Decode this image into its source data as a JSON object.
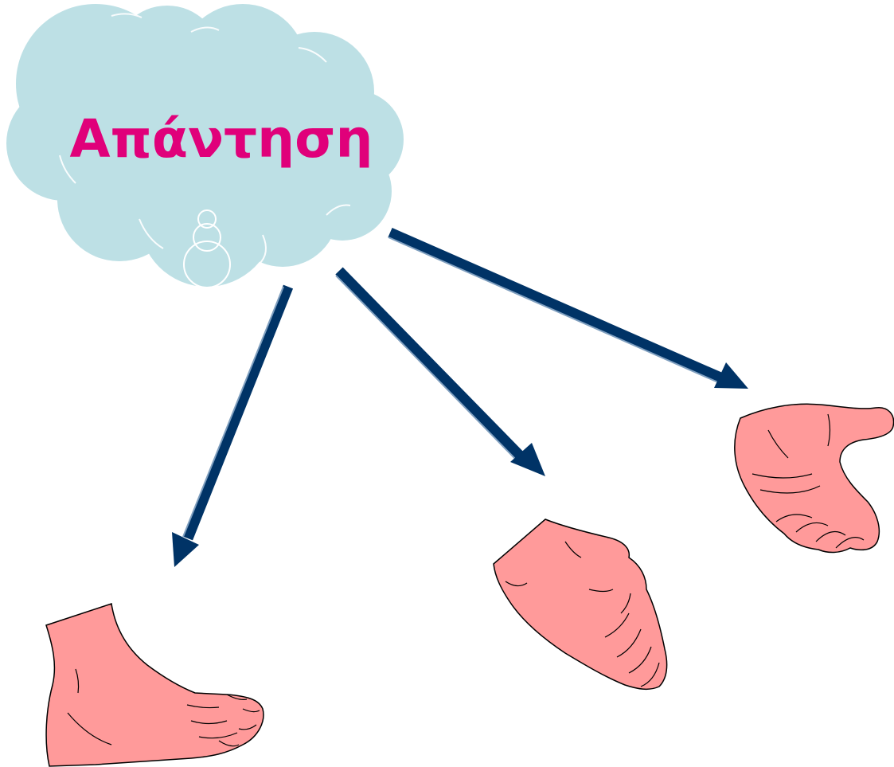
{
  "cloud": {
    "label": "Απάντηση",
    "fill_color": "#bde0e5",
    "text_color": "#e0007a"
  },
  "arrows": {
    "color": "#003366",
    "highlight_color": "#7f9fbf"
  },
  "illustrations": {
    "skin_color": "#ff9a9a",
    "outline_color": "#000000",
    "items": [
      {
        "name": "foot",
        "icon": "foot-icon"
      },
      {
        "name": "fist",
        "icon": "fist-hand-icon"
      },
      {
        "name": "open-palm",
        "icon": "open-palm-hand-icon"
      }
    ]
  }
}
